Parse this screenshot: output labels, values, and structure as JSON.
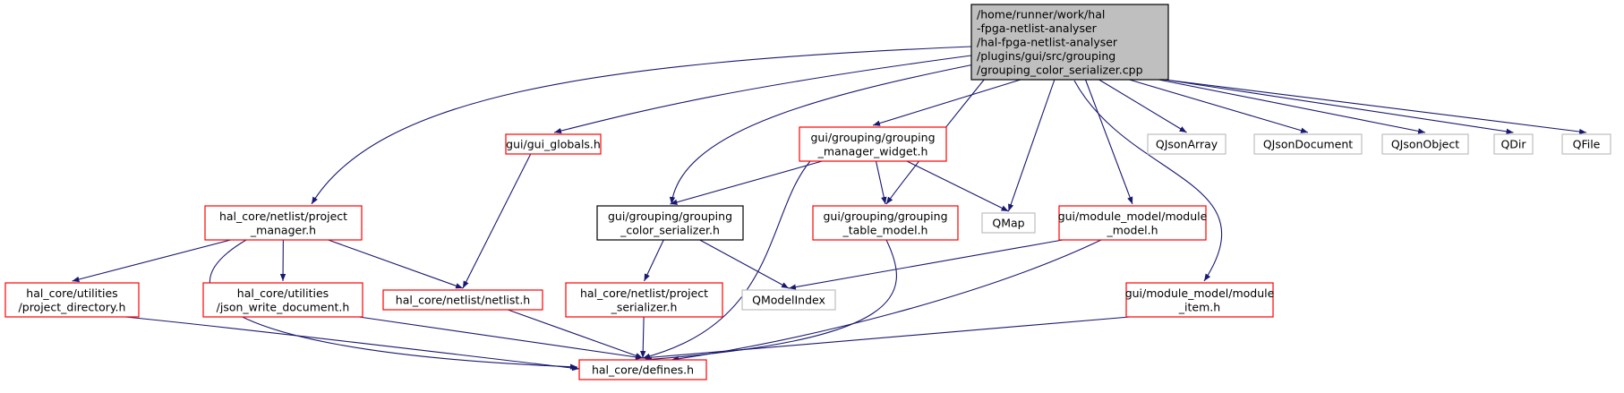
{
  "colors": {
    "root_fill": "#bfbfbf",
    "root_border": "#000000",
    "linked_border": "#ff0000",
    "plain_border": "#000000",
    "external_border": "#bfbfbf",
    "external_text": "#000000",
    "edge": "#191970"
  },
  "nodes": {
    "root": {
      "lines": [
        "/home/runner/work/hal",
        "-fpga-netlist-analyser",
        "/hal-fpga-netlist-analyser",
        "/plugins/gui/src/grouping",
        "/grouping_color_serializer.cpp"
      ],
      "kind": "root"
    },
    "project_manager": {
      "lines": [
        "hal_core/netlist/project",
        "_manager.h"
      ],
      "kind": "linked"
    },
    "gui_globals": {
      "lines": [
        "gui/gui_globals.h"
      ],
      "kind": "linked"
    },
    "grouping_manager_widget": {
      "lines": [
        "gui/grouping/grouping",
        "_manager_widget.h"
      ],
      "kind": "linked"
    },
    "grouping_color_serializer": {
      "lines": [
        "gui/grouping/grouping",
        "_color_serializer.h"
      ],
      "kind": "plain"
    },
    "grouping_table_model": {
      "lines": [
        "gui/grouping/grouping",
        "_table_model.h"
      ],
      "kind": "linked"
    },
    "qmap": {
      "lines": [
        "QMap"
      ],
      "kind": "external"
    },
    "module_model": {
      "lines": [
        "gui/module_model/module",
        "_model.h"
      ],
      "kind": "linked"
    },
    "qjsonarray": {
      "lines": [
        "QJsonArray"
      ],
      "kind": "external"
    },
    "qjsondocument": {
      "lines": [
        "QJsonDocument"
      ],
      "kind": "external"
    },
    "qjsonobject": {
      "lines": [
        "QJsonObject"
      ],
      "kind": "external"
    },
    "qdir": {
      "lines": [
        "QDir"
      ],
      "kind": "external"
    },
    "qfile": {
      "lines": [
        "QFile"
      ],
      "kind": "external"
    },
    "project_directory": {
      "lines": [
        "hal_core/utilities",
        "/project_directory.h"
      ],
      "kind": "linked"
    },
    "json_write_document": {
      "lines": [
        "hal_core/utilities",
        "/json_write_document.h"
      ],
      "kind": "linked"
    },
    "netlist": {
      "lines": [
        "hal_core/netlist/netlist.h"
      ],
      "kind": "linked"
    },
    "project_serializer": {
      "lines": [
        "hal_core/netlist/project",
        "_serializer.h"
      ],
      "kind": "linked"
    },
    "qmodelindex": {
      "lines": [
        "QModelIndex"
      ],
      "kind": "external"
    },
    "module_item": {
      "lines": [
        "gui/module_model/module",
        "_item.h"
      ],
      "kind": "linked"
    },
    "defines": {
      "lines": [
        "hal_core/defines.h"
      ],
      "kind": "linked"
    }
  },
  "edges": [
    [
      "root",
      "project_manager"
    ],
    [
      "root",
      "gui_globals"
    ],
    [
      "root",
      "grouping_manager_widget"
    ],
    [
      "root",
      "grouping_color_serializer"
    ],
    [
      "root",
      "grouping_table_model"
    ],
    [
      "root",
      "qmap"
    ],
    [
      "root",
      "module_model"
    ],
    [
      "root",
      "module_item"
    ],
    [
      "root",
      "qjsonarray"
    ],
    [
      "root",
      "qjsondocument"
    ],
    [
      "root",
      "qjsonobject"
    ],
    [
      "root",
      "qdir"
    ],
    [
      "root",
      "qfile"
    ],
    [
      "project_manager",
      "project_directory"
    ],
    [
      "project_manager",
      "json_write_document"
    ],
    [
      "project_manager",
      "netlist"
    ],
    [
      "project_manager",
      "defines"
    ],
    [
      "gui_globals",
      "netlist"
    ],
    [
      "grouping_manager_widget",
      "grouping_color_serializer"
    ],
    [
      "grouping_manager_widget",
      "grouping_table_model"
    ],
    [
      "grouping_manager_widget",
      "qmap"
    ],
    [
      "grouping_manager_widget",
      "defines"
    ],
    [
      "grouping_color_serializer",
      "project_serializer"
    ],
    [
      "grouping_color_serializer",
      "qmodelindex"
    ],
    [
      "grouping_table_model",
      "defines"
    ],
    [
      "module_model",
      "qmodelindex"
    ],
    [
      "module_model",
      "defines"
    ],
    [
      "project_directory",
      "defines"
    ],
    [
      "json_write_document",
      "defines"
    ],
    [
      "netlist",
      "defines"
    ],
    [
      "project_serializer",
      "defines"
    ],
    [
      "module_item",
      "defines"
    ]
  ]
}
